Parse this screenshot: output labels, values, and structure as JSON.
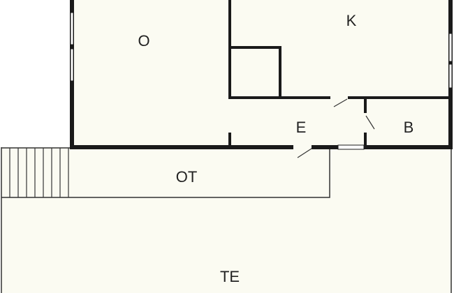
{
  "colors": {
    "floor": "#fbfbf2",
    "wall": "#1a1a1a",
    "thin_line": "#333333",
    "window": "#ffffff"
  },
  "rooms": {
    "living": {
      "label": "O"
    },
    "kitchen": {
      "label": "K"
    },
    "entry": {
      "label": "E"
    },
    "bath": {
      "label": "B"
    },
    "covered_terrace": {
      "label": "OT"
    },
    "terrace": {
      "label": "TE"
    }
  }
}
